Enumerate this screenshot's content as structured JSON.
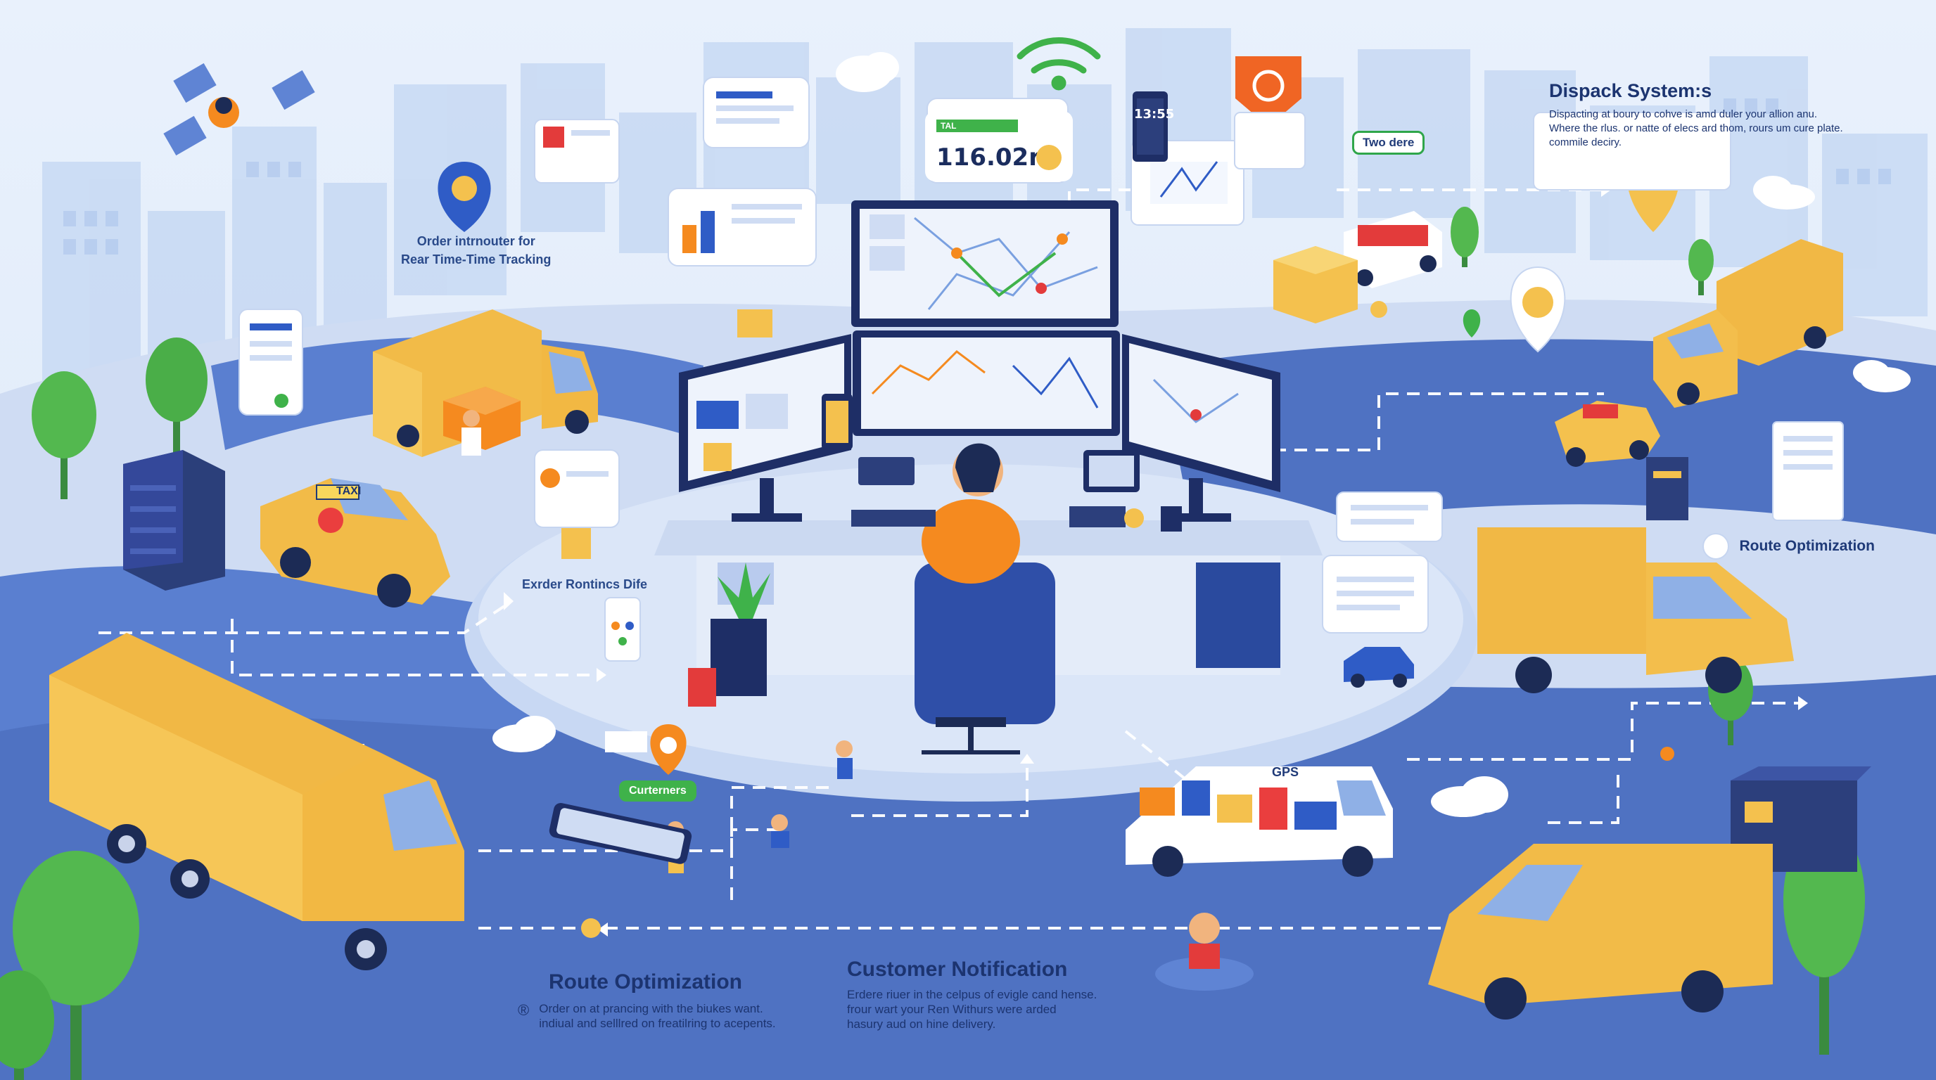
{
  "dispatch": {
    "title": "Dispack System:s",
    "lines": [
      "Dispacting at boury to cohve is amd duler your allion anu.",
      "Where the rlus. or natte of elecs ard thom, rours um cure plate.",
      "commile deciry."
    ]
  },
  "top_left_label": [
    "Order intrnouter for",
    "Rear Time-Time Tracking"
  ],
  "two_dere_tag": "Two dere",
  "price_card": {
    "small_label": "TAL",
    "value": "116.02r"
  },
  "phone_time": "13:55",
  "route_optimization_right": "Route Optimization",
  "exrder_label": "Exrder Rontincs Dife",
  "curterners_pill": "Curterners",
  "gps_label": "GPS",
  "taxi_label": "TAXI",
  "bottom_left": {
    "title": "Route Optimization",
    "icon": "®",
    "lines": [
      "Order on at prancing with the biukes want.",
      "indiual and selllred on freatilring to acepents."
    ]
  },
  "bottom_mid": {
    "title": "Customer Notification",
    "lines": [
      "Erdere riuer in the celpus of evigle cand hense.",
      "frour wart your Ren Withurs were arded",
      "hasury aud on hine delivery."
    ]
  },
  "colors": {
    "sky": "#e3edfa",
    "road": "#4f72c2",
    "navy": "#1c3470",
    "yellow": "#f4c14e",
    "green": "#49b84b",
    "orange": "#f58a1f"
  },
  "icons": [
    "satellite-icon",
    "wifi-icon",
    "map-pin-icon",
    "cloud-icon",
    "chart-icon",
    "route-icon",
    "phone-icon"
  ]
}
